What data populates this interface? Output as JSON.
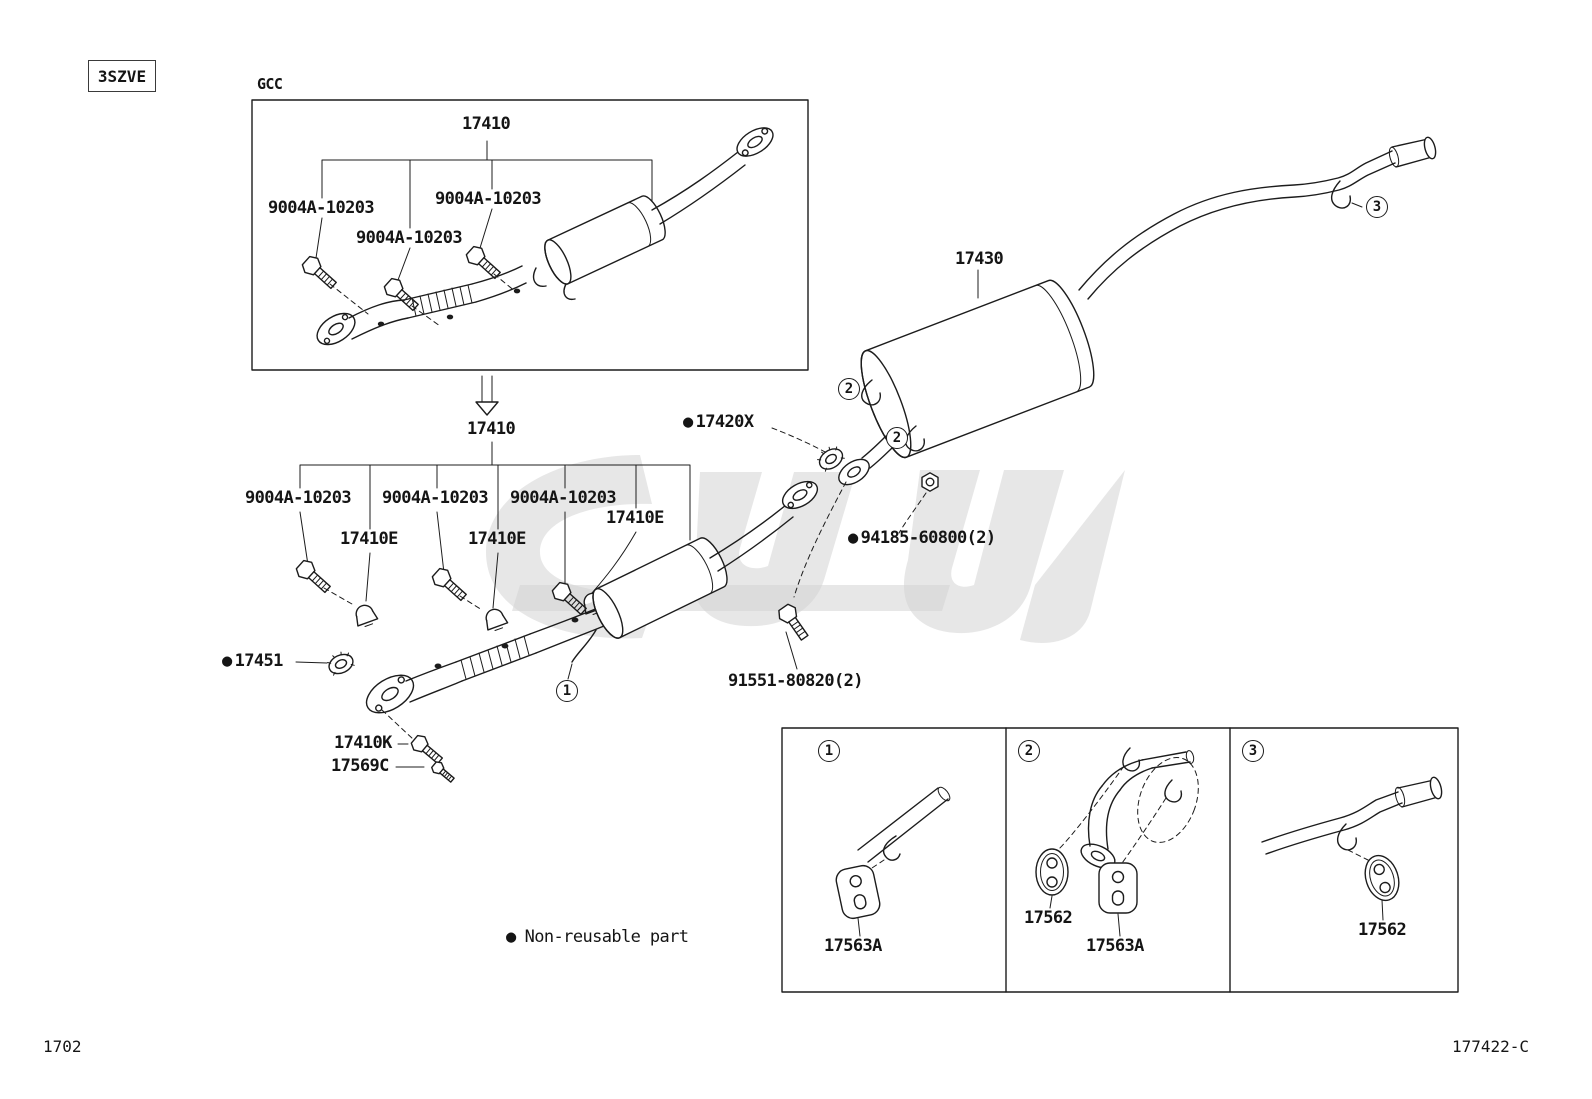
{
  "page": {
    "variant_code": "3SZVE",
    "region_code": "GCC",
    "page_number": "1702",
    "figure_number": "177422-C",
    "bullet": "●",
    "legend": "Non-reusable part"
  },
  "parts": {
    "front_pipe_top": "17410",
    "front_pipe": "17410",
    "bolt1": "9004A-10203",
    "bolt2": "9004A-10203",
    "bolt3": "9004A-10203",
    "bolt4": "9004A-10203",
    "bolt5": "9004A-10203",
    "bolt6": "9004A-10203",
    "support1": "17410E",
    "support2": "17410E",
    "support3": "17410E",
    "gasket_rear": "17420X",
    "muffler": "17430",
    "nut_set": "94185-60800(2)",
    "gasket_front": "17451",
    "bolt_set": "91551-80820(2)",
    "gasket_bolt": "17410K",
    "screw": "17569C",
    "panel1_insulator": "17563A",
    "panel2_insulator_a": "17562",
    "panel2_insulator_b": "17563A",
    "panel3_insulator": "17562"
  },
  "callouts": {
    "c1": "1",
    "c2": "2",
    "c3": "3"
  }
}
